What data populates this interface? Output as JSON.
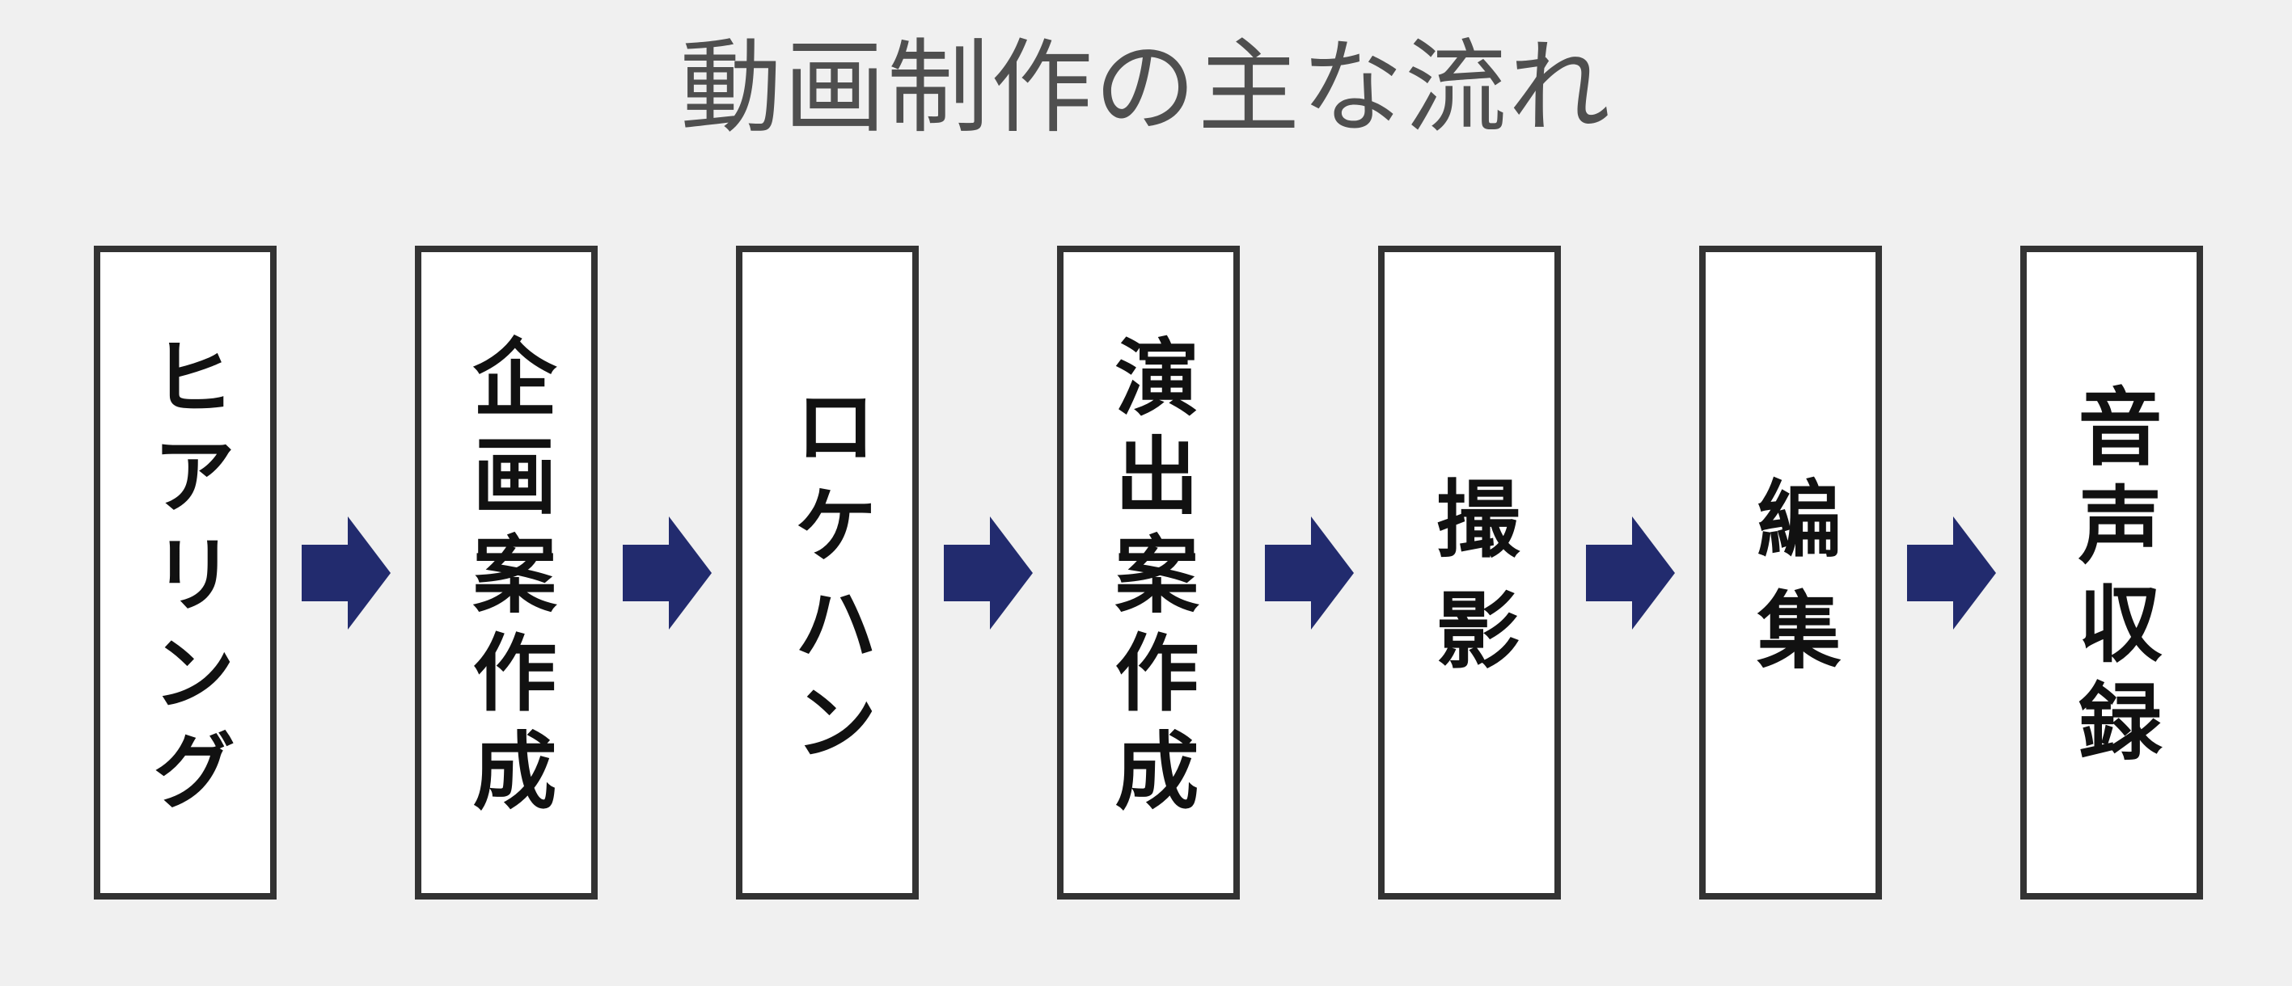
{
  "title": "動画制作の主な流れ",
  "steps": [
    {
      "label": "ヒアリング"
    },
    {
      "label": "企画案作成"
    },
    {
      "label": "ロケハン"
    },
    {
      "label": "演出案作成"
    },
    {
      "label": "撮影"
    },
    {
      "label": "編集"
    },
    {
      "label": "音声収録"
    }
  ],
  "arrow": {
    "icon": "right-arrow-icon"
  },
  "colors": {
    "background": "#f0f0f0",
    "box_fill": "#ffffff",
    "box_border": "#333333",
    "step_text": "#111111",
    "title_text": "#4f4f4f",
    "arrow": "#222b6e"
  }
}
